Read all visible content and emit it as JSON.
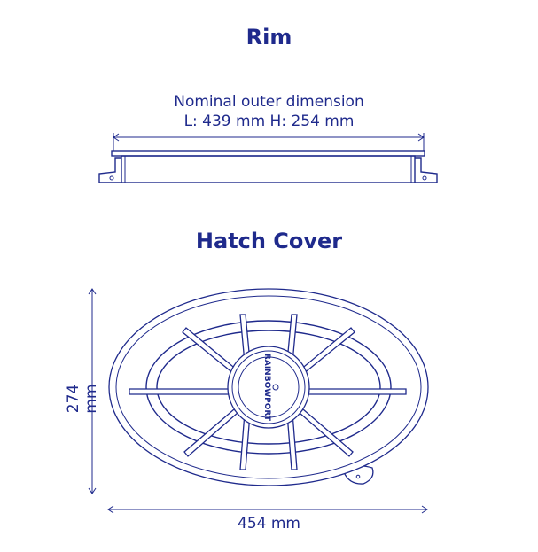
{
  "rim": {
    "title": "Rim",
    "note_line1": "Nominal outer dimension",
    "note_line2": "L: 439 mm H: 254 mm"
  },
  "hatch": {
    "title": "Hatch Cover",
    "height_label": "274 mm",
    "width_label": "454 mm",
    "logo_text": "RAINBOWPORT"
  },
  "colors": {
    "line": "#1f2a8c",
    "background": "#ffffff"
  }
}
